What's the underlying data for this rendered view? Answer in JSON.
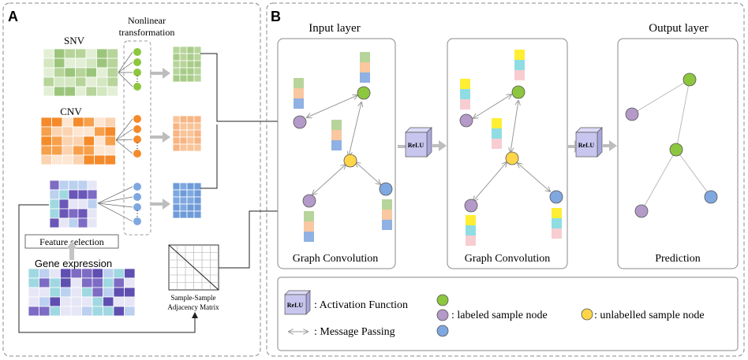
{
  "panel_a": {
    "letter": "A",
    "snv_label": "SNV",
    "cnv_label": "CNV",
    "nonlinear_line1": "Nonlinear",
    "nonlinear_line2": "transformation",
    "feature_selection": "Feature   selection",
    "gene_expression": "Gene expression",
    "adjacency_line1": "Sample-Sample",
    "adjacency_line2": "Adjacency Matrix"
  },
  "panel_b": {
    "letter": "B",
    "input_layer": "Input layer",
    "output_layer": "Output layer",
    "graph_conv_1": "Graph Convolution",
    "graph_conv_2": "Graph Convolution",
    "prediction": "Prediction",
    "relu": "ReLU"
  },
  "legend": {
    "relu": "ReLU",
    "activation": ": Activation Function",
    "labeled": ": labeled sample node",
    "unlabelled": ": unlabelled sample node",
    "message": ": Message Passing"
  },
  "colors": {
    "green": "#8dc63f",
    "purple": "#b39ac8",
    "blue": "#7fa8e0",
    "yellow": "#ffd54a",
    "orange": "#f7a04b",
    "relu_box": "#c8c6ee"
  }
}
